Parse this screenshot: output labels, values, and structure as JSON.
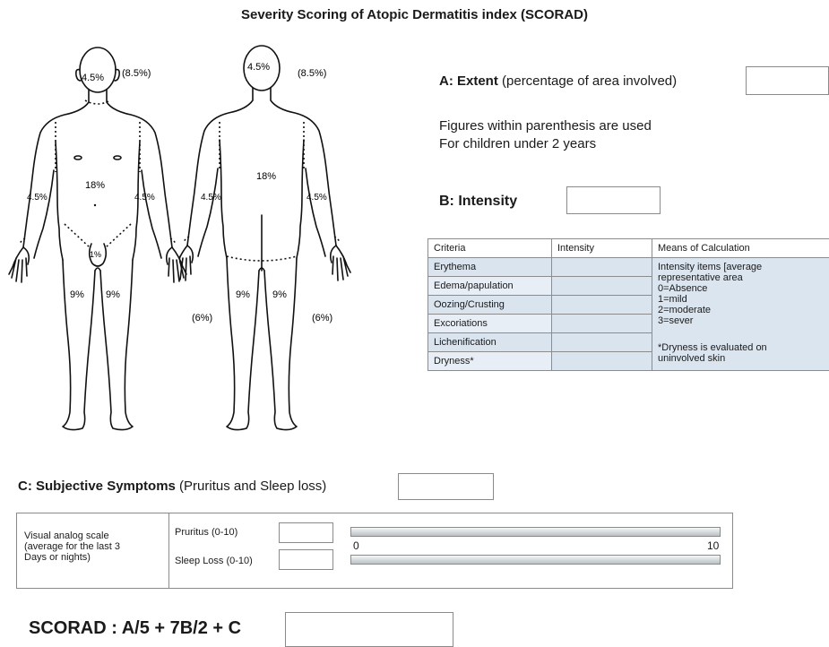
{
  "title": "Severity Scoring of Atopic Dermatitis index  (SCORAD)",
  "figures": {
    "front": {
      "head": "4.5%",
      "head_child": "(8.5%)",
      "trunk": "18%",
      "arm_left": "4.5%",
      "arm_right": "4.5%",
      "genital": "1%",
      "leg_left": "9%",
      "leg_right": "9%"
    },
    "back": {
      "head": "4.5%",
      "head_child": "(8.5%)",
      "trunk": "18%",
      "arm_left": "4.5%",
      "arm_right": "4.5%",
      "leg_left": "9%",
      "leg_right": "9%",
      "leg_child_left": "(6%)",
      "leg_child_right": "(6%)"
    }
  },
  "section_a": {
    "label_bold": "A: Extent",
    "label_rest": " (percentage of area involved)",
    "value": "",
    "note_line1": "Figures within parenthesis are used",
    "note_line2": "For children under 2 years"
  },
  "section_b": {
    "label": "B: Intensity",
    "value": "",
    "table": {
      "headers": [
        "Criteria",
        "Intensity",
        "Means of Calculation"
      ],
      "rows": [
        "Erythema",
        "Edema/papulation",
        "Oozing/Crusting",
        "Excoriations",
        "Lichenification",
        "Dryness*"
      ],
      "means": {
        "line1": "Intensity items [average",
        "line2": "representative area",
        "line3": "0=Absence",
        "line4": "1=mild",
        "line5": "2=moderate",
        "line6": "3=sever",
        "note1": "*Dryness is evaluated on",
        "note2": "uninvolved skin"
      }
    }
  },
  "section_c": {
    "label_bold": "C: Subjective Symptoms",
    "label_rest": " (Pruritus and Sleep loss)",
    "value": "",
    "vas": {
      "description_line1": "Visual analog scale",
      "description_line2": "(average for the last 3",
      "description_line3": "Days or nights)",
      "pruritus_label": "Pruritus (0-10)",
      "sleep_label": "Sleep Loss (0-10)",
      "scale_min": "0",
      "scale_max": "10"
    }
  },
  "formula": {
    "label": "SCORAD : A/5 + 7B/2 + C",
    "value": ""
  }
}
